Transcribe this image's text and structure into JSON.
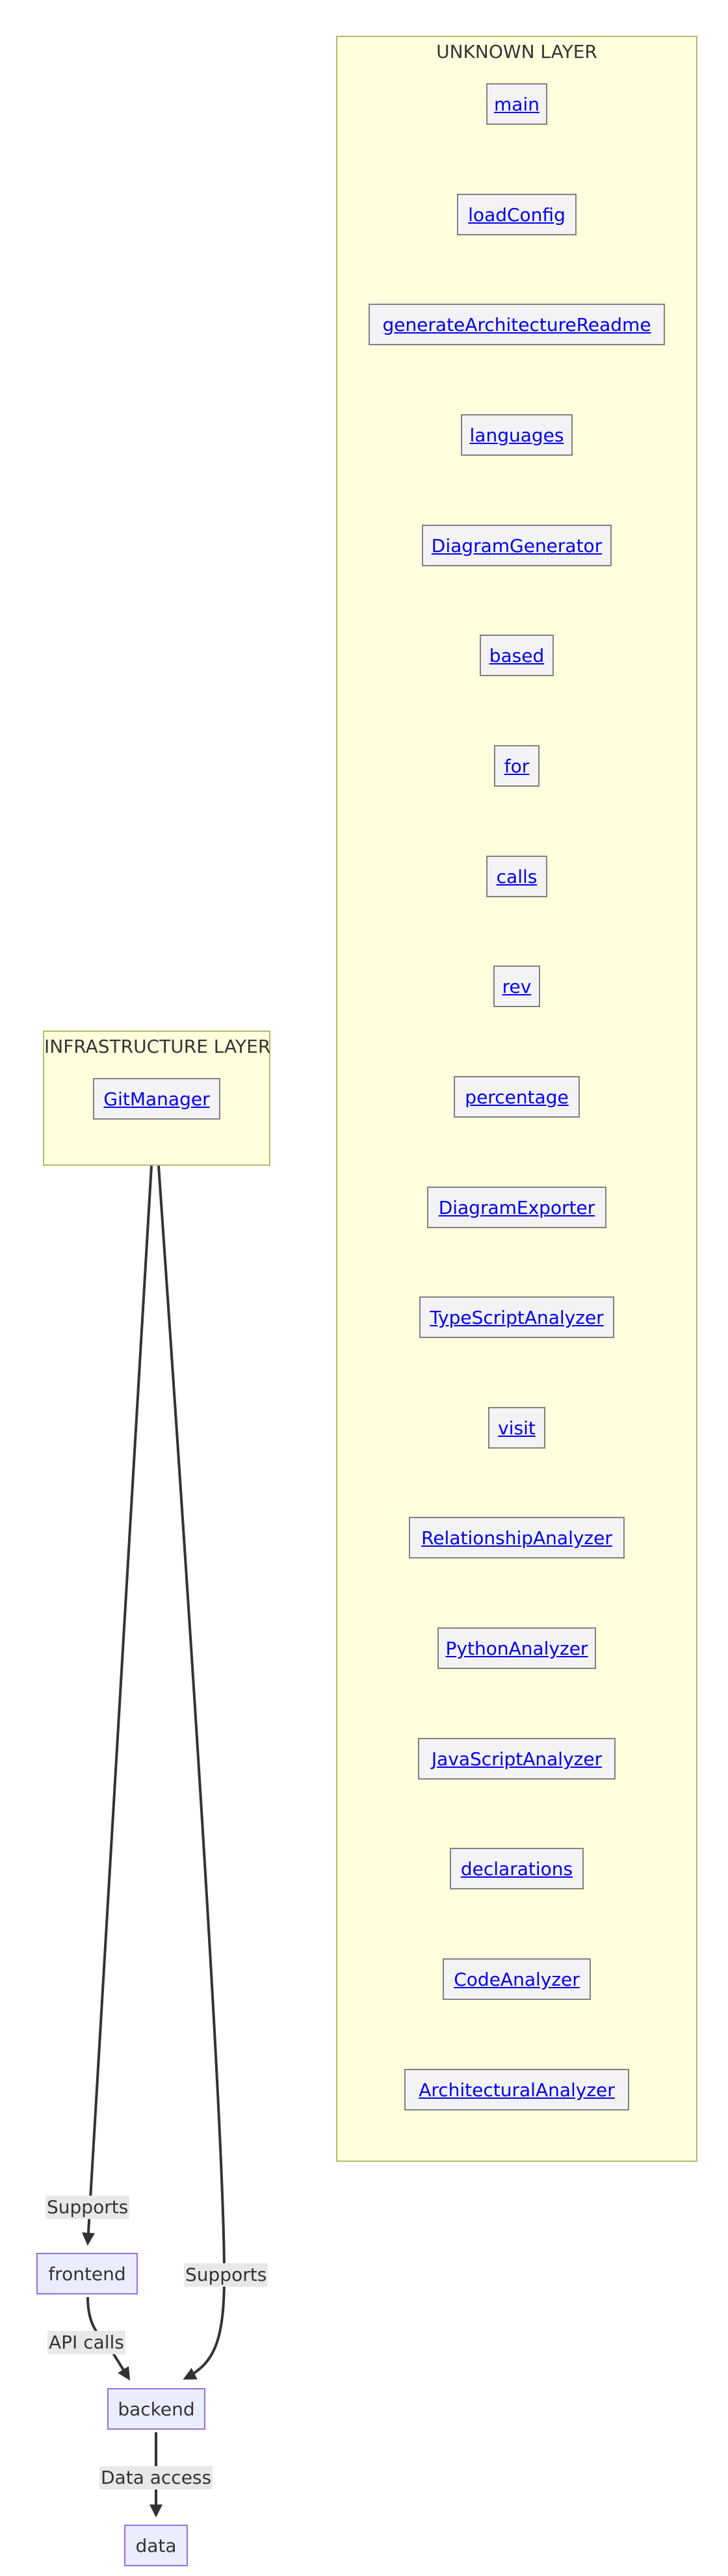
{
  "clusters": {
    "unknown": {
      "title": "UNKNOWN LAYER",
      "nodes": [
        "main",
        "loadConfig",
        "generateArchitectureReadme",
        "languages",
        "DiagramGenerator",
        "based",
        "for",
        "calls",
        "rev",
        "percentage",
        "DiagramExporter",
        "TypeScriptAnalyzer",
        "visit",
        "RelationshipAnalyzer",
        "PythonAnalyzer",
        "JavaScriptAnalyzer",
        "declarations",
        "CodeAnalyzer",
        "ArchitecturalAnalyzer"
      ]
    },
    "infrastructure": {
      "title": "INFRASTRUCTURE LAYER",
      "nodes": [
        "GitManager"
      ]
    }
  },
  "nodes": {
    "frontend": "frontend",
    "backend": "backend",
    "data": "data"
  },
  "edges": [
    {
      "from": "GitManager",
      "to": "frontend",
      "label": "Supports"
    },
    {
      "from": "GitManager",
      "to": "backend",
      "label": "Supports"
    },
    {
      "from": "frontend",
      "to": "backend",
      "label": "API calls"
    },
    {
      "from": "backend",
      "to": "data",
      "label": "Data access"
    }
  ]
}
